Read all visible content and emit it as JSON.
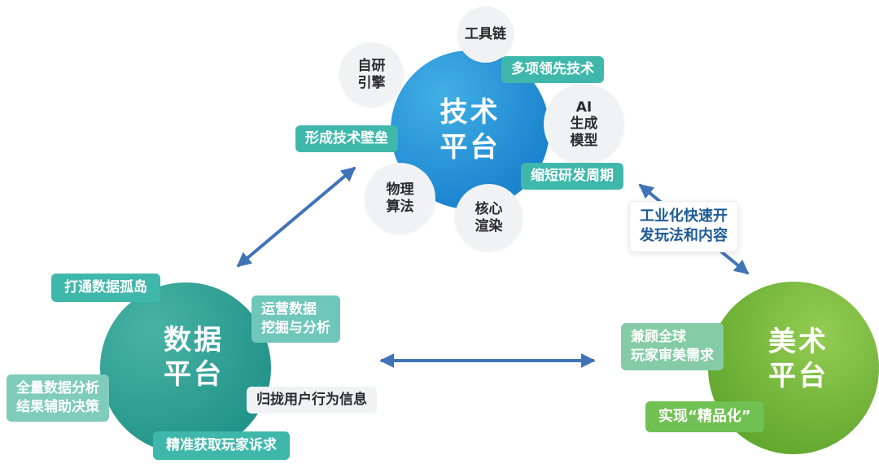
{
  "colors": {
    "tech_blue": "#1f8ed6",
    "data_teal": "#2f9d91",
    "art_green": "#74b93c",
    "badge_teal": "#3fb8ab",
    "badge_light_teal": "#6fc6ba",
    "badge_pale_teal": "#7fccbb",
    "badge_light_green": "#85cba6",
    "badge_green": "#70c053",
    "satellite_gray": "#f1f2f4",
    "arrow_blue": "#4173b8",
    "dark_text": "#2b2b2b",
    "navy_text": "#1d5b97"
  },
  "tech_platform": {
    "title": "技术\n平台",
    "satellites": [
      {
        "label": "工具链"
      },
      {
        "label": "自研\n引擎"
      },
      {
        "label": "AI\n生成\n模型"
      },
      {
        "label": "物理\n算法"
      },
      {
        "label": "核心\n渲染"
      }
    ],
    "badges": [
      {
        "label": "多项领先技术"
      },
      {
        "label": "形成技术壁垒"
      },
      {
        "label": "缩短研发周期"
      }
    ]
  },
  "data_platform": {
    "title": "数据\n平台",
    "badges": [
      {
        "label": "打通数据孤岛"
      },
      {
        "label": "运营数据\n挖掘与分析"
      },
      {
        "label": "全量数据分析\n结果辅助决策"
      },
      {
        "label": "归拢用户行为信息"
      },
      {
        "label": "精准获取玩家诉求"
      }
    ]
  },
  "art_platform": {
    "title": "美术\n平台",
    "badges": [
      {
        "label": "工业化快速开\n发玩法和内容"
      },
      {
        "label": "兼顾全球\n玩家审美需求"
      },
      {
        "label": "实现“精品化”"
      }
    ]
  }
}
